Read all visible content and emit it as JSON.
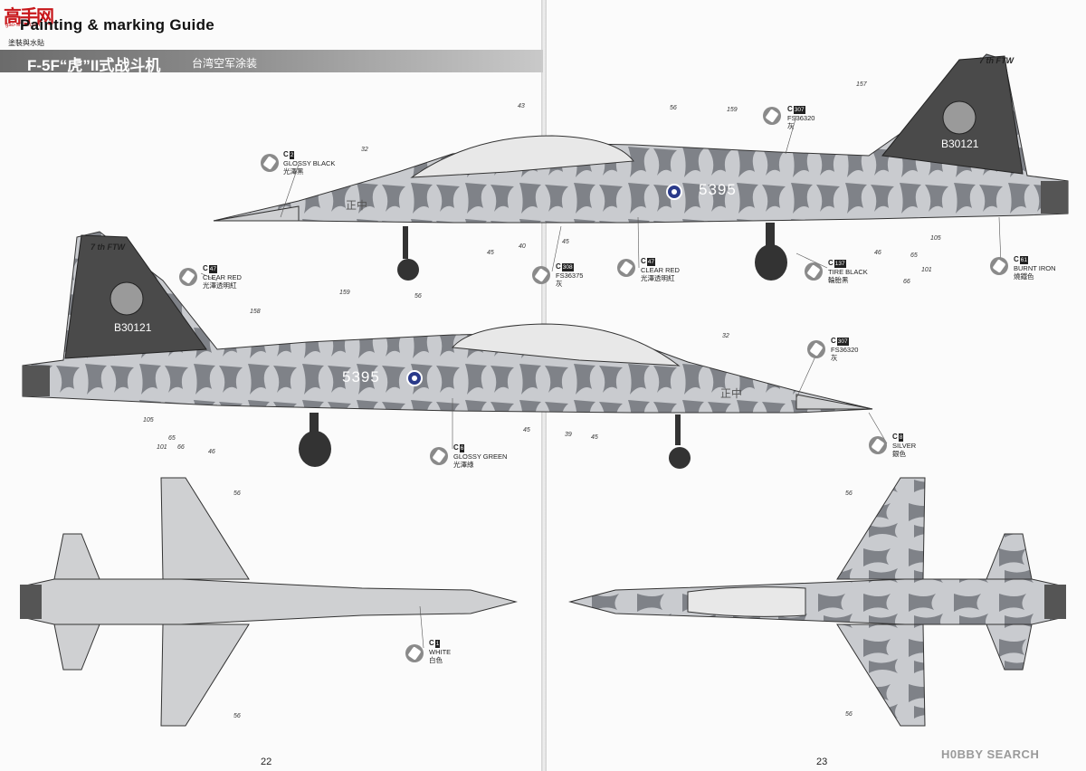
{
  "header": {
    "title": "Painting & marking Guide",
    "subtitle_cn": "塗裝與水貼",
    "logo_text": "高手网",
    "logo_url": "gao-shou.com",
    "banner_title": "F-5F“虎”II式战斗机",
    "banner_subtitle": "台湾空军涂装"
  },
  "markings": {
    "unit_text": "7 th FTW",
    "tail_serial": "B30121",
    "aircraft_number": "5395",
    "nose_characters": "正中"
  },
  "callouts": {
    "c2": {
      "label": "C",
      "code": "2",
      "name": "GLOSSY BLACK",
      "cn": "光澤黑"
    },
    "c307_top": {
      "label": "C",
      "code": "307",
      "name": "FS36320",
      "cn": "灰"
    },
    "c308": {
      "label": "C",
      "code": "308",
      "name": "FS36375",
      "cn": "灰"
    },
    "c47_top": {
      "label": "C",
      "code": "47",
      "name": "CLEAR RED",
      "cn": "光澤透明紅"
    },
    "c137": {
      "label": "C",
      "code": "137",
      "name": "TIRE BLACK",
      "cn": "輪胎黑"
    },
    "c61": {
      "label": "C",
      "code": "61",
      "name": "BURNT IRON",
      "cn": "燒鐵色"
    },
    "c47_mid": {
      "label": "C",
      "code": "47",
      "name": "CLEAR RED",
      "cn": "光澤透明紅"
    },
    "c307_mid": {
      "label": "C",
      "code": "307",
      "name": "FS36320",
      "cn": "灰"
    },
    "c6": {
      "label": "C",
      "code": "6",
      "name": "GLOSSY GREEN",
      "cn": "光澤綠"
    },
    "c8": {
      "label": "C",
      "code": "8",
      "name": "SILVER",
      "cn": "銀色"
    },
    "c1": {
      "label": "C",
      "code": "1",
      "name": "WHITE",
      "cn": "白色"
    }
  },
  "numbers": {
    "n43": "43",
    "n56a": "56",
    "n159a": "159",
    "n157": "157",
    "n32a": "32",
    "n45a": "45",
    "n40": "40",
    "n45b": "45",
    "n46a": "46",
    "n65a": "65",
    "n105a": "105",
    "n101a": "101",
    "n66a": "66",
    "n158": "158",
    "n159b": "159",
    "n56b": "56",
    "n32b": "32",
    "n105b": "105",
    "n65b": "65",
    "n101b": "101",
    "n66b": "66",
    "n46b": "46",
    "n45c": "45",
    "n39": "39",
    "n45d": "45",
    "n56c": "56",
    "n56d": "56",
    "n56e": "56",
    "n56f": "56"
  },
  "pages": {
    "left": "22",
    "right": "23"
  },
  "watermark": "H0BBY SEARCH",
  "colors": {
    "banner": "#7a7a7a",
    "camo_light": "#c9cbcf",
    "camo_dark": "#7f8288",
    "tail_black": "#2a2a2a",
    "logo_red": "#c8171b"
  }
}
